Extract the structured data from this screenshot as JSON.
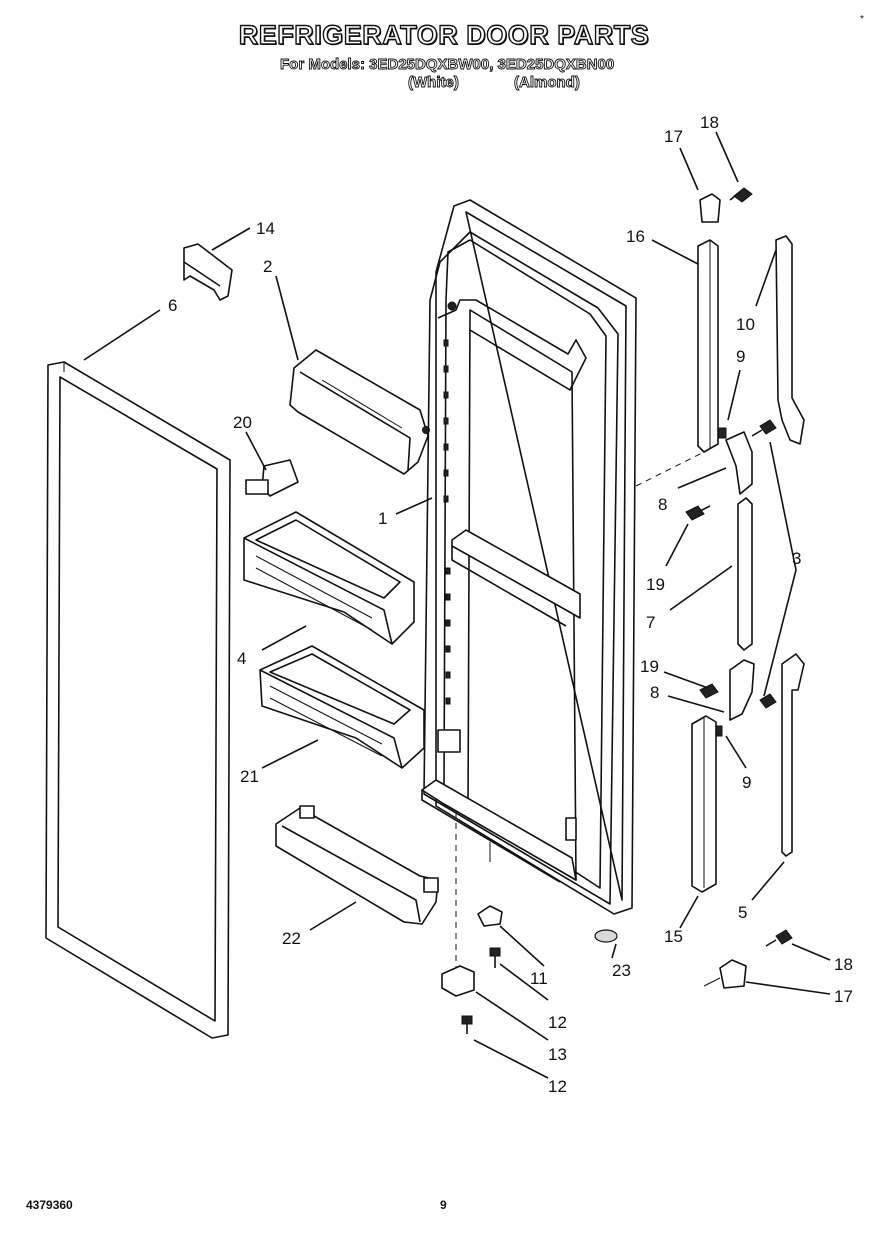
{
  "header": {
    "title": "REFRIGERATOR DOOR PARTS",
    "model_line": "For Models: 3ED25DQXBW00, 3ED25DQXBN00",
    "variant_white": "(White)",
    "variant_almond": "(Almond)"
  },
  "corner_mark": "*",
  "callouts": [
    "1",
    "2",
    "3",
    "4",
    "5",
    "6",
    "7",
    "8",
    "8",
    "9",
    "9",
    "10",
    "11",
    "12",
    "12",
    "13",
    "14",
    "15",
    "16",
    "17",
    "17",
    "18",
    "18",
    "19",
    "19",
    "20",
    "21",
    "22",
    "23"
  ],
  "footer": {
    "doc_number": "4379360",
    "page_number": "9"
  },
  "colors": {
    "ink": "#111111",
    "paper": "#ffffff"
  }
}
